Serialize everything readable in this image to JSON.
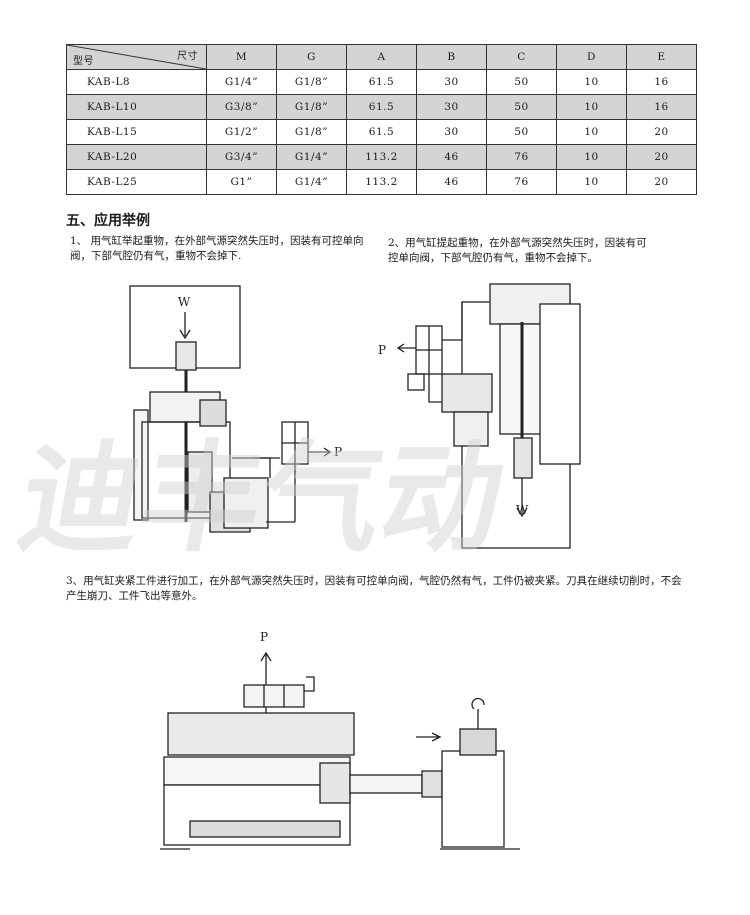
{
  "table": {
    "corner_top": "尺寸",
    "corner_bottom": "型号",
    "headers": [
      "M",
      "G",
      "A",
      "B",
      "C",
      "D",
      "E"
    ],
    "rows": [
      [
        "KAB-L8",
        "G1/4”",
        "G1/8”",
        "61.5",
        "30",
        "50",
        "10",
        "16"
      ],
      [
        "KAB-L10",
        "G3/8”",
        "G1/8”",
        "61.5",
        "30",
        "50",
        "10",
        "16"
      ],
      [
        "KAB-L15",
        "G1/2”",
        "G1/8”",
        "61.5",
        "30",
        "50",
        "10",
        "20"
      ],
      [
        "KAB-L20",
        "G3/4”",
        "G1/4”",
        "113.2",
        "46",
        "76",
        "10",
        "20"
      ],
      [
        "KAB-L25",
        "G1”",
        "G1/4”",
        "113.2",
        "46",
        "76",
        "10",
        "20"
      ]
    ]
  },
  "section_title": "五、应用举例",
  "examples": [
    {
      "text": "1、 用气缸举起重物，在外部气源突然失压时，因装有可控单向阀，下部气腔仍有气，重物不会掉下."
    },
    {
      "text": "2、用气缸提起重物，在外部气源突然失压时，因装有可控单向阀，下部气腔仍有气，重物不会掉下。"
    },
    {
      "text": "3、用气缸夹紧工件进行加工，在外部气源突然失压时，因装有可控单向阀，气腔仍然有气，工件仍被夹紧。刀具在继续切削时，不会产生崩刀、工件飞出等意外。"
    }
  ],
  "diagram_labels": {
    "fig1_load": "W",
    "fig1_port": "P",
    "fig2_port": "P",
    "fig2_load": "W",
    "fig3_port": "P"
  },
  "watermark": "迪丰气动"
}
